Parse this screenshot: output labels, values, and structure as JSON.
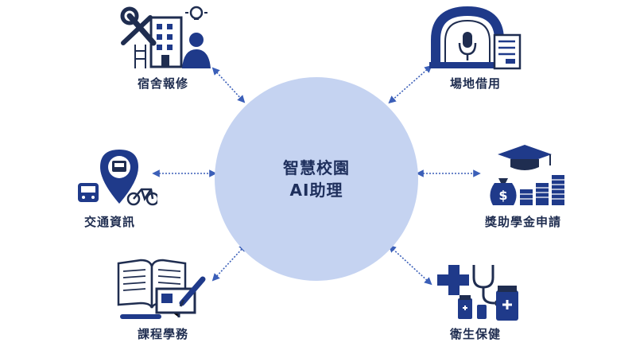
{
  "hub": {
    "line1": "智慧校園",
    "line2": "AI助理"
  },
  "nodes": {
    "dorm": "宿舍報修",
    "venue": "場地借用",
    "transport": "交通資訊",
    "scholarship": "獎助學金申請",
    "course": "課程學務",
    "health": "衛生保健"
  },
  "colors": {
    "navy": "#1f3a8a",
    "dark": "#1f2d50",
    "hub": "#c5d3f1",
    "connector": "#3b5fb8"
  },
  "icons": {
    "dorm": "wrench-building-person-icon",
    "venue": "stage-microphone-icon",
    "transport": "map-pin-bus-bicycle-icon",
    "scholarship": "graduation-cap-money-icon",
    "course": "book-computer-pencil-icon",
    "health": "medical-cross-stethoscope-icon"
  }
}
